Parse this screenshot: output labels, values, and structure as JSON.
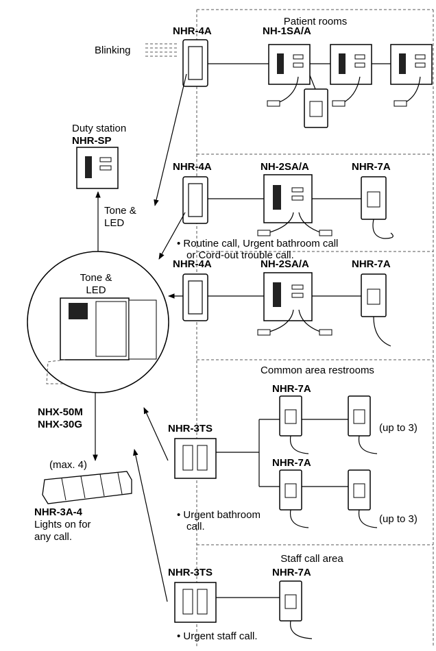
{
  "labels": {
    "patient_rooms": "Patient rooms",
    "common_area": "Common area restrooms",
    "staff_area": "Staff call area",
    "blinking": "Blinking",
    "duty_station_title": "Duty station",
    "duty_station_model": "NHR-SP",
    "tone_led_1a": "Tone &",
    "tone_led_1b": "LED",
    "tone_led_2a": "Tone &",
    "tone_led_2b": "LED",
    "master_model_1": "NHX-50M",
    "master_model_2": "NHX-30G",
    "max4": "(max. 4)",
    "annunciator_model": "NHR-3A-4",
    "annunciator_desc_1": "Lights on for",
    "annunciator_desc_2": "any call.",
    "routine_note_1": "• Routine call, Urgent bathroom call",
    "routine_note_2": "or Cord-out trouble call.",
    "urgent_bath_1": "• Urgent bathroom",
    "urgent_bath_2": "call.",
    "urgent_staff": "• Urgent staff call.",
    "up_to_3_a": "(up to 3)",
    "up_to_3_b": "(up to 3)"
  },
  "models": {
    "nhr4a_1": "NHR-4A",
    "nh1sa": "NH-1SA/A",
    "nhr4a_2": "NHR-4A",
    "nh2sa_1": "NH-2SA/A",
    "nhr7a_1": "NHR-7A",
    "nhr4a_3": "NHR-4A",
    "nh2sa_2": "NH-2SA/A",
    "nhr7a_2": "NHR-7A",
    "nhr7a_3": "NHR-7A",
    "nhr3ts_1": "NHR-3TS",
    "nhr7a_4": "NHR-7A",
    "nhr3ts_2": "NHR-3TS",
    "nhr7a_5": "NHR-7A"
  }
}
